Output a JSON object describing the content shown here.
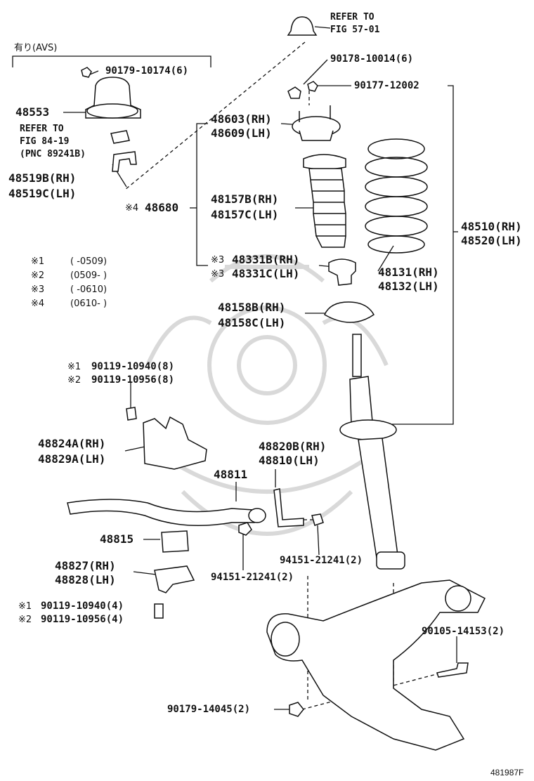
{
  "diagram": {
    "figure_number": "481987F",
    "avs_header": "有り(AVS)",
    "notes": [
      {
        "mark": "※1",
        "range": "(      -0509)"
      },
      {
        "mark": "※2",
        "range": "(0509-      )"
      },
      {
        "mark": "※3",
        "range": "(      -0610)"
      },
      {
        "mark": "※4",
        "range": "(0610-      )"
      }
    ],
    "parts": {
      "refer_57": [
        "REFER TO",
        "FIG 57-01"
      ],
      "p_90178": "90178-10014(6)",
      "p_90177": "90177-12002",
      "p_90179_10174": "90179-10174(6)",
      "p_48553": "48553",
      "refer_84": [
        "REFER TO",
        "FIG 84-19",
        "(PNC 89241B)"
      ],
      "p_48519": [
        "48519B(RH)",
        "48519C(LH)"
      ],
      "p_48603": [
        "48603(RH)",
        "48609(LH)"
      ],
      "p_48680_mark": "※4",
      "p_48680": "48680",
      "p_48157": [
        "48157B(RH)",
        "48157C(LH)"
      ],
      "p_48331_mark": "※3",
      "p_48331": [
        "48331B(RH)",
        "48331C(LH)"
      ],
      "p_48510": [
        "48510(RH)",
        "48520(LH)"
      ],
      "p_48131": [
        "48131(RH)",
        "48132(LH)"
      ],
      "p_48158": [
        "48158B(RH)",
        "48158C(LH)"
      ],
      "p_90119_8": [
        {
          "mark": "※1",
          "text": "90119-10940(8)"
        },
        {
          "mark": "※2",
          "text": "90119-10956(8)"
        }
      ],
      "p_48824": [
        "48824A(RH)",
        "48829A(LH)"
      ],
      "p_48820": [
        "48820B(RH)",
        "48810(LH)"
      ],
      "p_48811": "48811",
      "p_48815": "48815",
      "p_94151_a": "94151-21241(2)",
      "p_94151_b": "94151-21241(2)",
      "p_48827": [
        "48827(RH)",
        "48828(LH)"
      ],
      "p_90119_4": [
        {
          "mark": "※1",
          "text": "90119-10940(4)"
        },
        {
          "mark": "※2",
          "text": "90119-10956(4)"
        }
      ],
      "p_90105": "90105-14153(2)",
      "p_90179_14045": "90179-14045(2)"
    },
    "colors": {
      "ink": "#111111",
      "watermark": "#d8d8d8"
    }
  }
}
